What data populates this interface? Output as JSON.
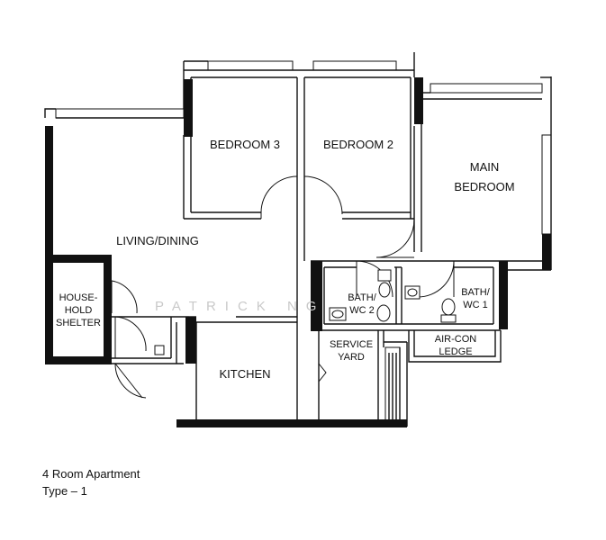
{
  "rooms": {
    "bedroom3": "BEDROOM 3",
    "bedroom2": "BEDROOM 2",
    "main_bedroom_line1": "MAIN",
    "main_bedroom_line2": "BEDROOM",
    "living_dining": "LIVING/DINING",
    "shelter_line1": "HOUSE-",
    "shelter_line2": "HOLD",
    "shelter_line3": "SHELTER",
    "bath2_line1": "BATH/",
    "bath2_line2": "WC 2",
    "bath1_line1": "BATH/",
    "bath1_line2": "WC 1",
    "service_yard_line1": "SERVICE",
    "service_yard_line2": "YARD",
    "aircon_line1": "AIR-CON",
    "aircon_line2": "LEDGE",
    "kitchen": "KITCHEN"
  },
  "watermark": "PATRICK NG",
  "caption": {
    "title": "4 Room Apartment",
    "type": "Type  –  1"
  }
}
